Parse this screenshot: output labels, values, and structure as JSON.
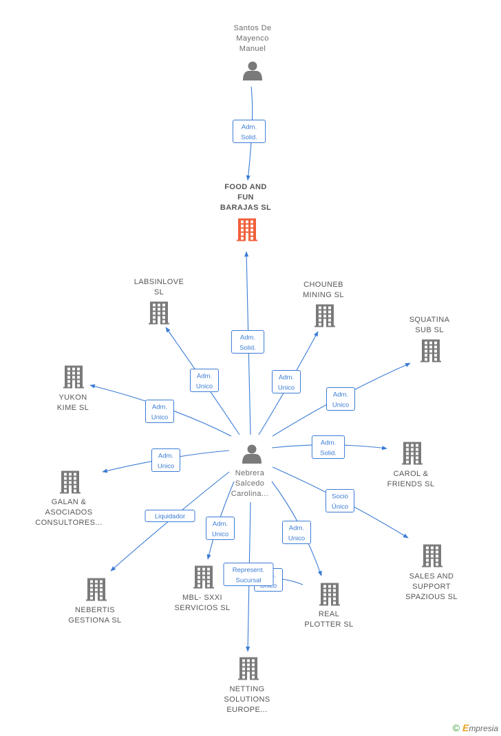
{
  "nodes": [
    {
      "id": "santos",
      "type": "person",
      "lines": [
        "Santos De",
        "Mayenco",
        "Manuel"
      ]
    },
    {
      "id": "food",
      "type": "company",
      "focus": true,
      "lines": [
        "FOOD AND",
        "FUN",
        "BARAJAS  SL"
      ]
    },
    {
      "id": "labsinlove",
      "type": "company",
      "lines": [
        "LABSINLOVE",
        "SL"
      ]
    },
    {
      "id": "chouneb",
      "type": "company",
      "lines": [
        "CHOUNEB",
        "MINING  SL"
      ]
    },
    {
      "id": "squatina",
      "type": "company",
      "lines": [
        "SQUATINA",
        "SUB  SL"
      ]
    },
    {
      "id": "yukon",
      "type": "company",
      "lines": [
        "YUKON",
        "KIME  SL"
      ]
    },
    {
      "id": "nebrera",
      "type": "person",
      "lines": [
        "Nebrera",
        "Salcedo",
        "Carolina..."
      ]
    },
    {
      "id": "carol",
      "type": "company",
      "lines": [
        "CAROL &",
        "FRIENDS  SL"
      ]
    },
    {
      "id": "galan",
      "type": "company",
      "lines": [
        "GALAN &",
        "ASOCIADOS",
        "CONSULTORES..."
      ]
    },
    {
      "id": "sales",
      "type": "company",
      "lines": [
        "SALES AND",
        "SUPPORT",
        "SPAZIOUS  SL"
      ]
    },
    {
      "id": "nebertis",
      "type": "company",
      "lines": [
        "NEBERTIS",
        "GESTIONA SL"
      ]
    },
    {
      "id": "mbl",
      "type": "company",
      "lines": [
        "MBL- SXXI",
        "SERVICIOS  SL"
      ]
    },
    {
      "id": "real",
      "type": "company",
      "lines": [
        "REAL",
        "PLOTTER  SL"
      ]
    },
    {
      "id": "netting",
      "type": "company",
      "lines": [
        "NETTING",
        "SOLUTIONS",
        "EUROPE..."
      ]
    }
  ],
  "edges": [
    {
      "from": "santos",
      "to": "food",
      "lines": [
        "Adm.",
        "Solid."
      ]
    },
    {
      "from": "nebrera",
      "to": "food",
      "lines": [
        "Adm.",
        "Solid."
      ]
    },
    {
      "from": "nebrera",
      "to": "labsinlove",
      "lines": [
        "Adm.",
        "Unico"
      ]
    },
    {
      "from": "nebrera",
      "to": "chouneb",
      "lines": [
        "Adm.",
        "Unico"
      ]
    },
    {
      "from": "nebrera",
      "to": "squatina",
      "lines": [
        "Adm.",
        "Unico"
      ]
    },
    {
      "from": "nebrera",
      "to": "yukon",
      "lines": [
        "Adm.",
        "Unico"
      ]
    },
    {
      "from": "nebrera",
      "to": "carol",
      "lines": [
        "Adm.",
        "Solid."
      ]
    },
    {
      "from": "nebrera",
      "to": "galan",
      "lines": [
        "Adm.",
        "Unico"
      ]
    },
    {
      "from": "nebrera",
      "to": "sales",
      "lines": [
        "Socio",
        "Único"
      ]
    },
    {
      "from": "nebrera",
      "to": "nebertis",
      "lines": [
        "Liquidador"
      ]
    },
    {
      "from": "nebrera",
      "to": "mbl",
      "lines": [
        "Adm.",
        "Unico"
      ]
    },
    {
      "from": "nebrera",
      "to": "real",
      "lines": [
        "Adm.",
        "Unico"
      ]
    },
    {
      "from": "nebrera",
      "to": "netting",
      "lines": [
        "Represent.",
        "Sucursal"
      ]
    },
    {
      "from": "nebrera",
      "to": "netting",
      "lines": [
        "Adm.",
        "Unico"
      ],
      "partially_hidden": true
    }
  ],
  "colors": {
    "edge": "#3a7bd5",
    "company_icon": "#7a7a7a",
    "focus_icon": "#f0603a",
    "person_icon": "#7a7a7a"
  },
  "brand": {
    "copyright": "©",
    "initial": "E",
    "rest": "mpresia"
  }
}
